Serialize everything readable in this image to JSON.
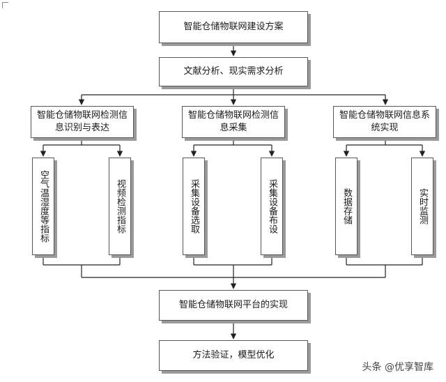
{
  "diagram": {
    "top": "智能仓储物联网建设方案",
    "analysis": "文献分析、现实需求分析",
    "branches": [
      {
        "title": "智能仓储物联网检测信息识别与表达",
        "leaves": [
          "空气温湿度等指标",
          "视频检测指标"
        ]
      },
      {
        "title": "智能仓储物联网检测信息采集",
        "leaves": [
          "采集设备选取",
          "采集设备布设"
        ]
      },
      {
        "title": "智能仓储物联网信息系统实现",
        "leaves": [
          "数据存储",
          "实时监测"
        ]
      }
    ],
    "platform": "智能仓储物联网平台的实现",
    "validation": "方法验证，模型优化"
  },
  "watermark": "头条 @优享智库"
}
